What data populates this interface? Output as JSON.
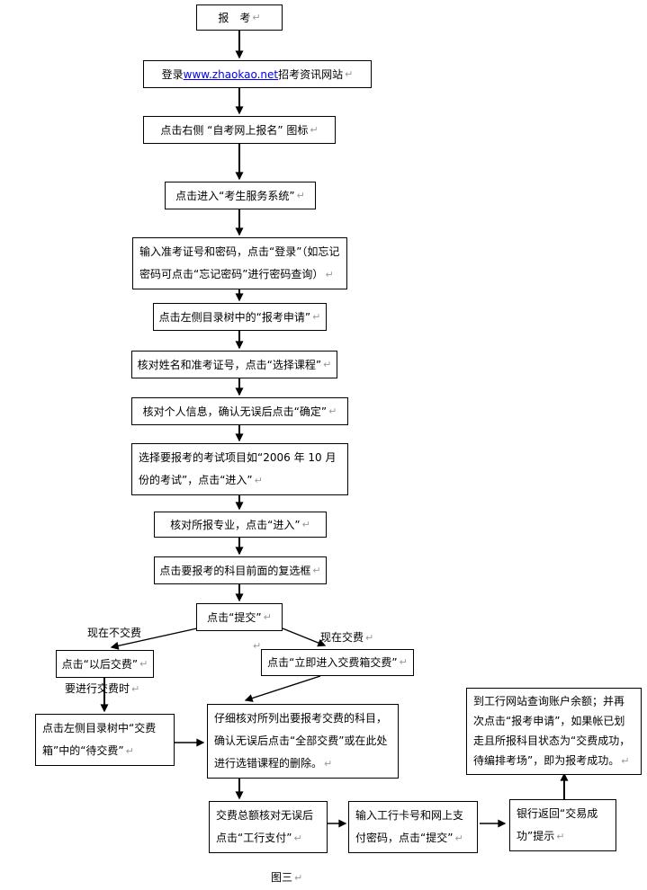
{
  "pilcrow": "↵",
  "caption": "图三",
  "link_color": "#0000ee",
  "labels": {
    "not_pay_now": "现在不交费",
    "pay_now": "现在交费",
    "when_pay": "要进行交费时"
  },
  "nodes": {
    "start": {
      "text": "报　考"
    },
    "login_site": {
      "prefix": "登录 ",
      "link": "www.zhaokao.net",
      "suffix": " 招考资讯网站"
    },
    "click_icon": {
      "text": "点击右侧 “自考网上报名” 图标"
    },
    "enter_system": {
      "text": "点击进入“考生服务系统”"
    },
    "input_credentials": {
      "text": "输入准考证号和密码，点击“登录”（如忘记密码可点击“忘记密码”进行密码查询）"
    },
    "click_apply": {
      "text": "点击左侧目录树中的“报考申请”"
    },
    "verify_name": {
      "text": "核对姓名和准考证号，点击“选择课程”"
    },
    "verify_info": {
      "text": "核对个人信息，确认无误后点击“确定”"
    },
    "select_exam": {
      "text": "选择要报考的考试项目如“2006 年 10 月份的考试”，点击“进入”"
    },
    "verify_major": {
      "text": "核对所报专业，点击“进入”"
    },
    "check_subjects": {
      "text": "点击要报考的科目前面的复选框"
    },
    "submit": {
      "text": "点击“提交”"
    },
    "pay_later": {
      "text": "点击“以后交费”"
    },
    "pay_now_box": {
      "text": "点击“立即进入交费箱交费”"
    },
    "pending_payment": {
      "text": "点击左侧目录树中“交费箱”中的“待交费”"
    },
    "verify_payment": {
      "text": "仔细核对所列出要报考交费的科目，确认无误后点击“全部交费”或在此处进行选错课程的删除。"
    },
    "check_result": {
      "text": "到工行网站查询账户余额；并再次点击“报考申请”，如果帐已划走且所报科目状态为“交费成功，待编排考场”，即为报考成功。"
    },
    "confirm_total": {
      "text": "交费总额核对无误后点击“工行支付”"
    },
    "input_card": {
      "text": "输入工行卡号和网上支付密码，点击“提交”"
    },
    "bank_return": {
      "text": "银行返回“交易成功”提示"
    }
  }
}
